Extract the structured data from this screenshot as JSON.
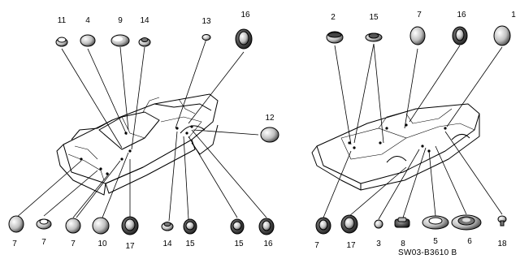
{
  "diagram_code": "SW03-B3610 B",
  "left_view": {
    "top_labels": [
      "11",
      "4",
      "9",
      "14",
      "13",
      "16"
    ],
    "side_labels": [
      "12"
    ],
    "bottom_labels": [
      "7",
      "7",
      "7",
      "10",
      "17",
      "14",
      "15",
      "15",
      "16"
    ]
  },
  "right_view": {
    "top_labels": [
      "2",
      "15",
      "7",
      "16",
      "1"
    ],
    "bottom_labels": [
      "7",
      "17",
      "3",
      "8",
      "5",
      "6",
      "18"
    ]
  }
}
